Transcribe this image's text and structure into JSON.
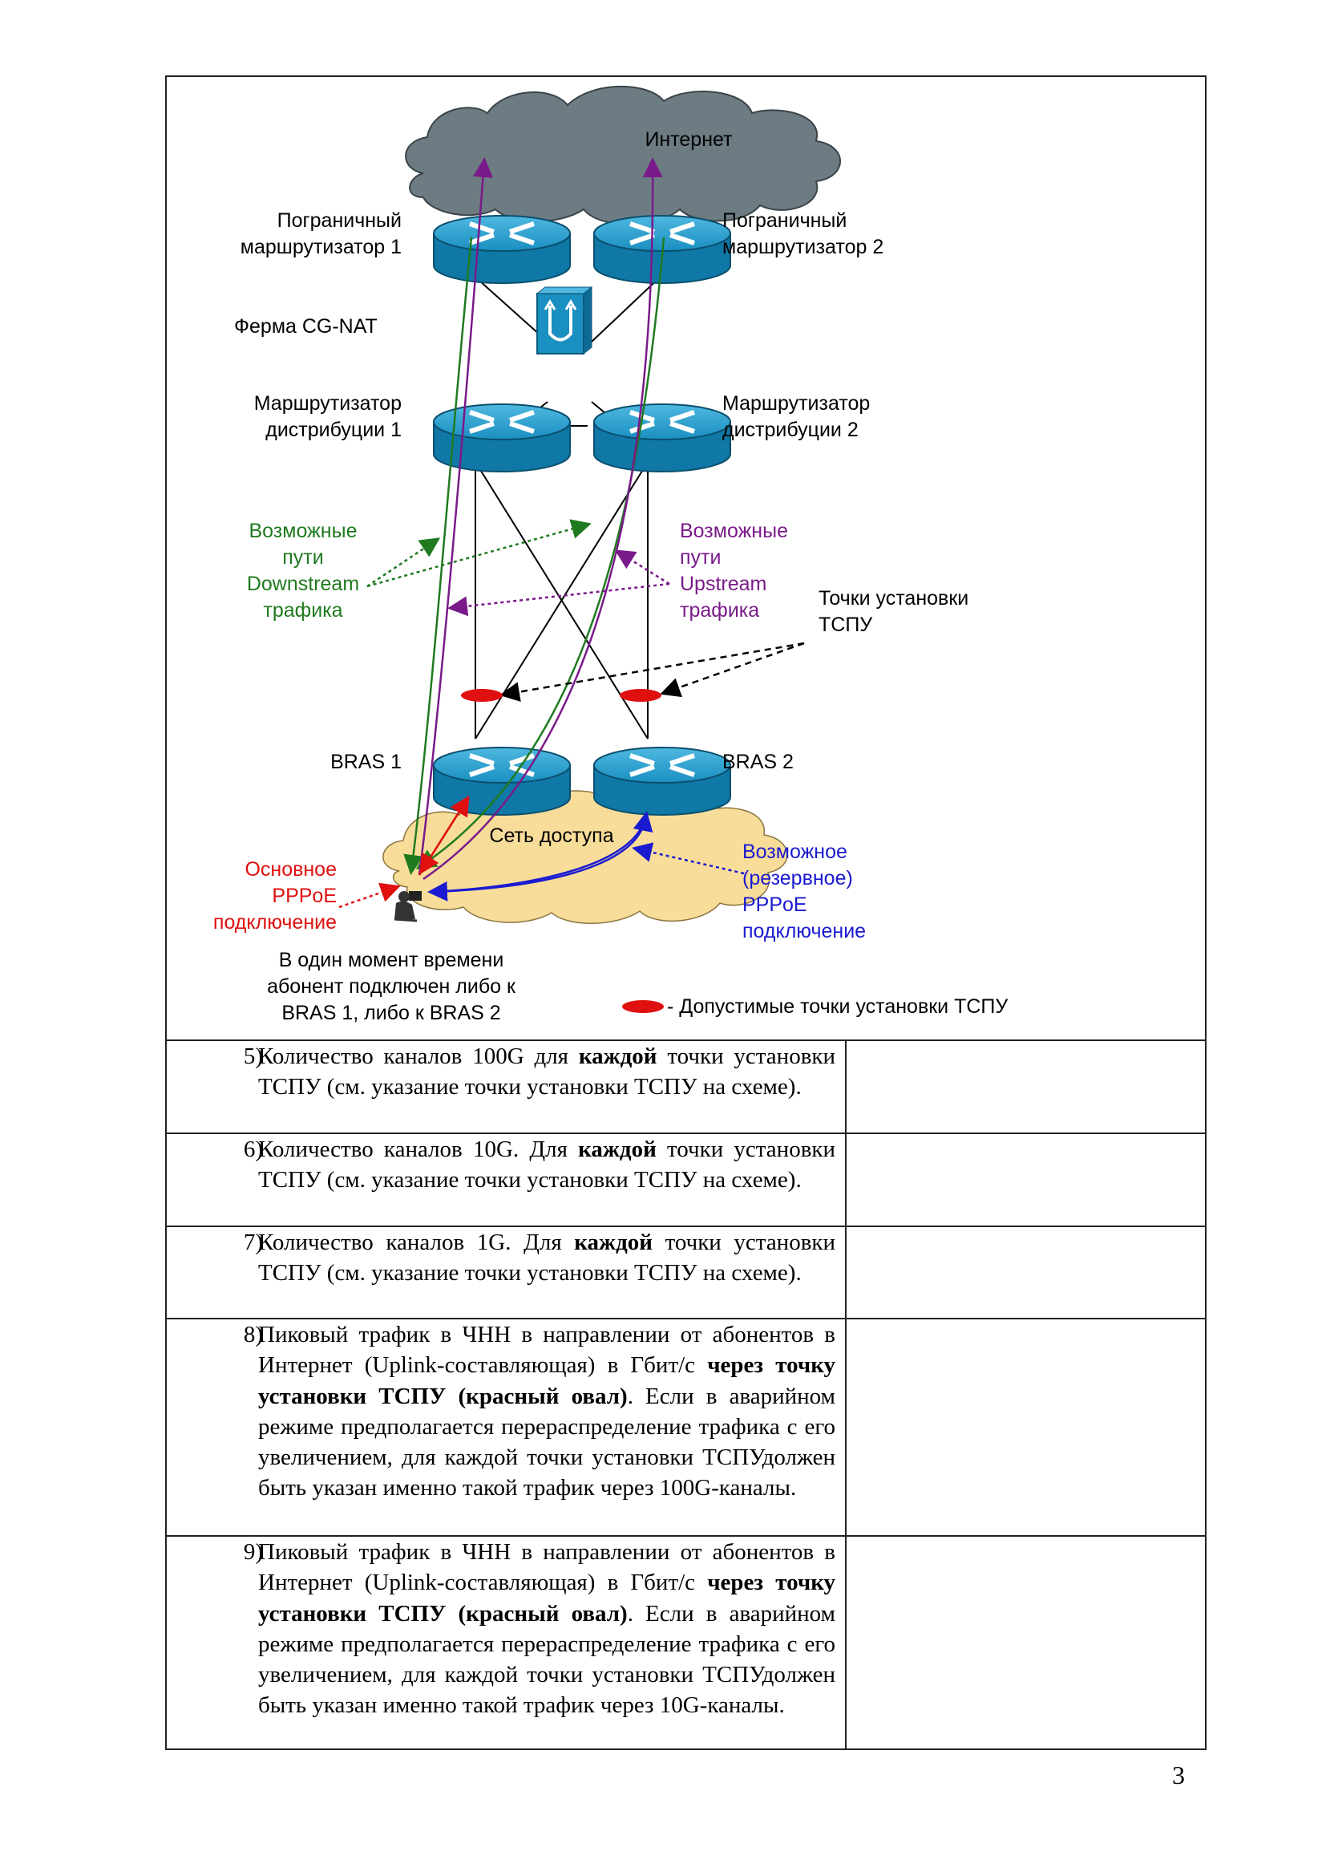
{
  "diagram": {
    "labels": {
      "internet": "Интернет",
      "border1": "Пограничный\nмаршрутизатор 1",
      "border2": "Пограничный\nмаршрутизатор 2",
      "cgnat": "Ферма CG-NAT",
      "dist1": "Маршрутизатор\nдистрибуции 1",
      "dist2": "Маршрутизатор\nдистрибуции 2",
      "downstream": "Возможные\nпути\nDownstream\nтрафика",
      "upstream": "Возможные\nпути\nUpstream\nтрафика",
      "tspu_points": "Точки установки\nТСПУ",
      "bras1": "BRAS 1",
      "bras2": "BRAS 2",
      "access": "Сеть доступа",
      "primary": "Основное\nPPPoE\nподключение",
      "backup": "Возможное\n(резервное)\nPPPoE\nподключение",
      "subscriber_note": "В один момент времени\nабонент подключен либо к\nBRAS 1, либо к BRAS 2",
      "legend": "-  Допустимые точки установки ТСПУ"
    },
    "colors": {
      "cloud": "#6d7b82",
      "access_cloud": "#f8dd9a",
      "router": "#1a8fc1",
      "downstream": "#1f7a1f",
      "upstream": "#7a1a8a",
      "primary": "#e01010",
      "backup": "#1a1ad0"
    },
    "icons": [
      "router-icon",
      "cgnat-firewall-icon",
      "internet-cloud-icon",
      "access-network-cloud-icon",
      "subscriber-icon",
      "tspu-point-icon"
    ]
  },
  "rows": [
    {
      "num": "5)",
      "parts": [
        {
          "t": "Количество каналов 100G для "
        },
        {
          "t": "каждой",
          "b": true
        },
        {
          "t": " точки установки ТСПУ (см. указание точки установки ТСПУ на схеме)."
        }
      ]
    },
    {
      "num": "6)",
      "parts": [
        {
          "t": "Количество каналов 10G. Для "
        },
        {
          "t": "каждой",
          "b": true
        },
        {
          "t": " точки установки ТСПУ (см. указание точки установки ТСПУ на схеме)."
        }
      ]
    },
    {
      "num": "7)",
      "parts": [
        {
          "t": "Количество каналов 1G. Для "
        },
        {
          "t": "каждой",
          "b": true
        },
        {
          "t": " точки установки ТСПУ (см. указание точки установки ТСПУ на схеме)."
        }
      ]
    },
    {
      "num": "8)",
      "parts": [
        {
          "t": "Пиковый трафик в ЧНН в направлении от абонентов в Интернет (Uplink-составляющая) в Гбит/с "
        },
        {
          "t": "через точку установки ТСПУ (красный овал)",
          "b": true
        },
        {
          "t": ". Если в аварийном режиме предполагается перераспределение трафика с его увеличением, для каждой точки установки ТСПУдолжен быть указан именно такой трафик через 100G-каналы."
        }
      ]
    },
    {
      "num": "9)",
      "parts": [
        {
          "t": "Пиковый трафик в ЧНН в направлении от абонентов в Интернет (Uplink-составляющая) в Гбит/с "
        },
        {
          "t": "через точку установки ТСПУ (красный овал)",
          "b": true
        },
        {
          "t": ". Если в аварийном режиме предполагается перераспределение трафика с его увеличением, для каждой точки установки ТСПУдолжен быть указан именно такой трафик через 10G-каналы."
        }
      ]
    }
  ],
  "page_number": "3"
}
